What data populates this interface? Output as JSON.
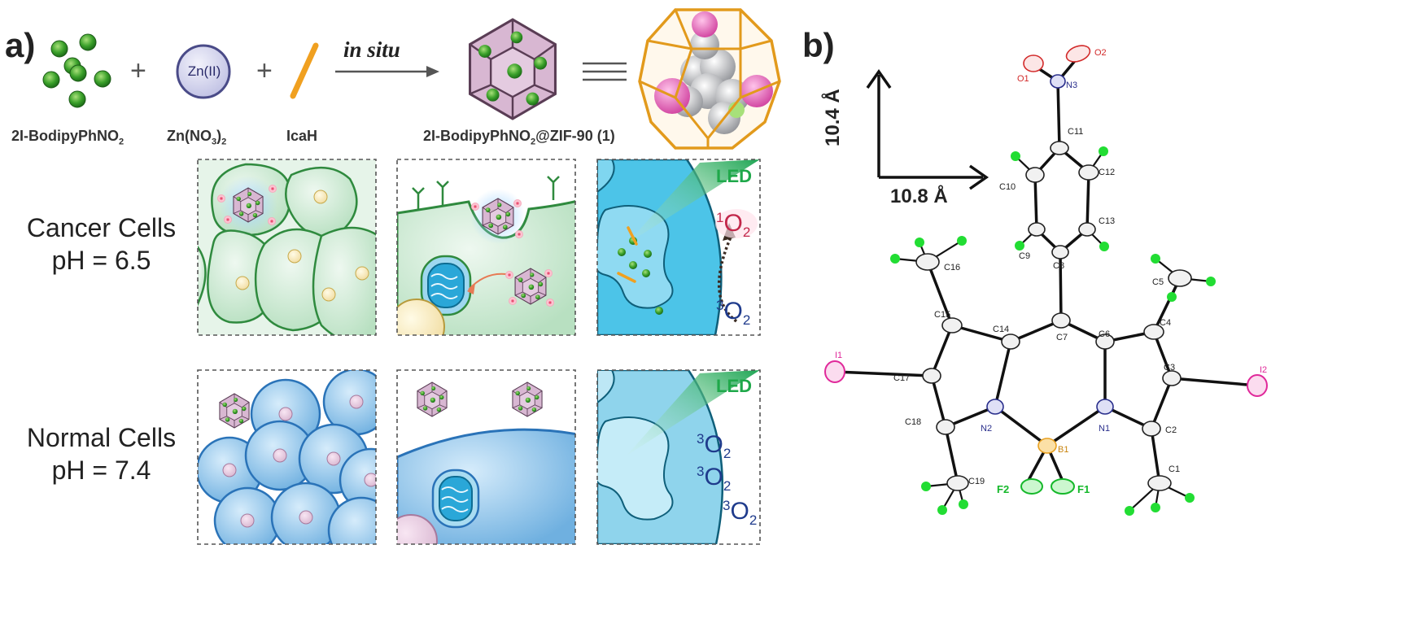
{
  "panel_a": {
    "letter": "a)",
    "reagents": {
      "dye": "2I-BodipyPhNO",
      "dye_sub": "2",
      "zinc_circle": "Zn(II)",
      "zinc_salt": "Zn(NO",
      "zinc_salt_sub": "3",
      "zinc_salt_close": ")",
      "zinc_salt_sub2": "2",
      "linker": "IcaH",
      "product": "2I-BodipyPhNO",
      "product_sub": "2",
      "product_rest": "@ZIF-90 (1)"
    },
    "arrow_label": "in situ",
    "plus": "+",
    "equiv": "≡",
    "rows": [
      {
        "label_line1": "Cancer Cells",
        "label_line2": "pH = 6.5"
      },
      {
        "label_line1": "Normal Cells",
        "label_line2": "pH = 7.4"
      }
    ],
    "led": "LED",
    "singlet_oxygen": {
      "sup": "1",
      "base": "O",
      "sub": "2"
    },
    "triplet_oxygen": {
      "sup": "3",
      "base": "O",
      "sub": "2"
    }
  },
  "panel_b": {
    "letter": "b)",
    "axis_vertical": "10.4 Å",
    "axis_horizontal": "10.8 Å",
    "atoms": {
      "O1": "O1",
      "O2": "O2",
      "N3": "N3",
      "C11": "C11",
      "C10": "C10",
      "C12": "C12",
      "C13": "C13",
      "C9": "C9",
      "C8": "C8",
      "C7": "C7",
      "C16": "C16",
      "C15": "C15",
      "C14": "C14",
      "C6": "C6",
      "C5": "C5",
      "C4": "C4",
      "C3": "C3",
      "I1": "I1",
      "I2": "I2",
      "C17": "C17",
      "C18": "C18",
      "N2": "N2",
      "N1": "N1",
      "B1": "B1",
      "C2": "C2",
      "C1": "C1",
      "C19": "C19",
      "F1": "F1",
      "F2": "F2"
    }
  },
  "colors": {
    "dye_green": "#3aa02a",
    "mof_pink": "#d8b7d2",
    "cancer_cell": "#cfe9d4",
    "normal_cell": "#9cc9ea",
    "led_green": "#1fa84a",
    "singlet_red": "#c2274a",
    "triplet_blue": "#1f3b8c",
    "hydrogen_green": "#22dd33",
    "iodine_pink": "#e0299a",
    "oxygen_red": "#d22a2a",
    "nitrogen_blue": "#2a2f8c",
    "boron_orange": "#e8a020"
  }
}
